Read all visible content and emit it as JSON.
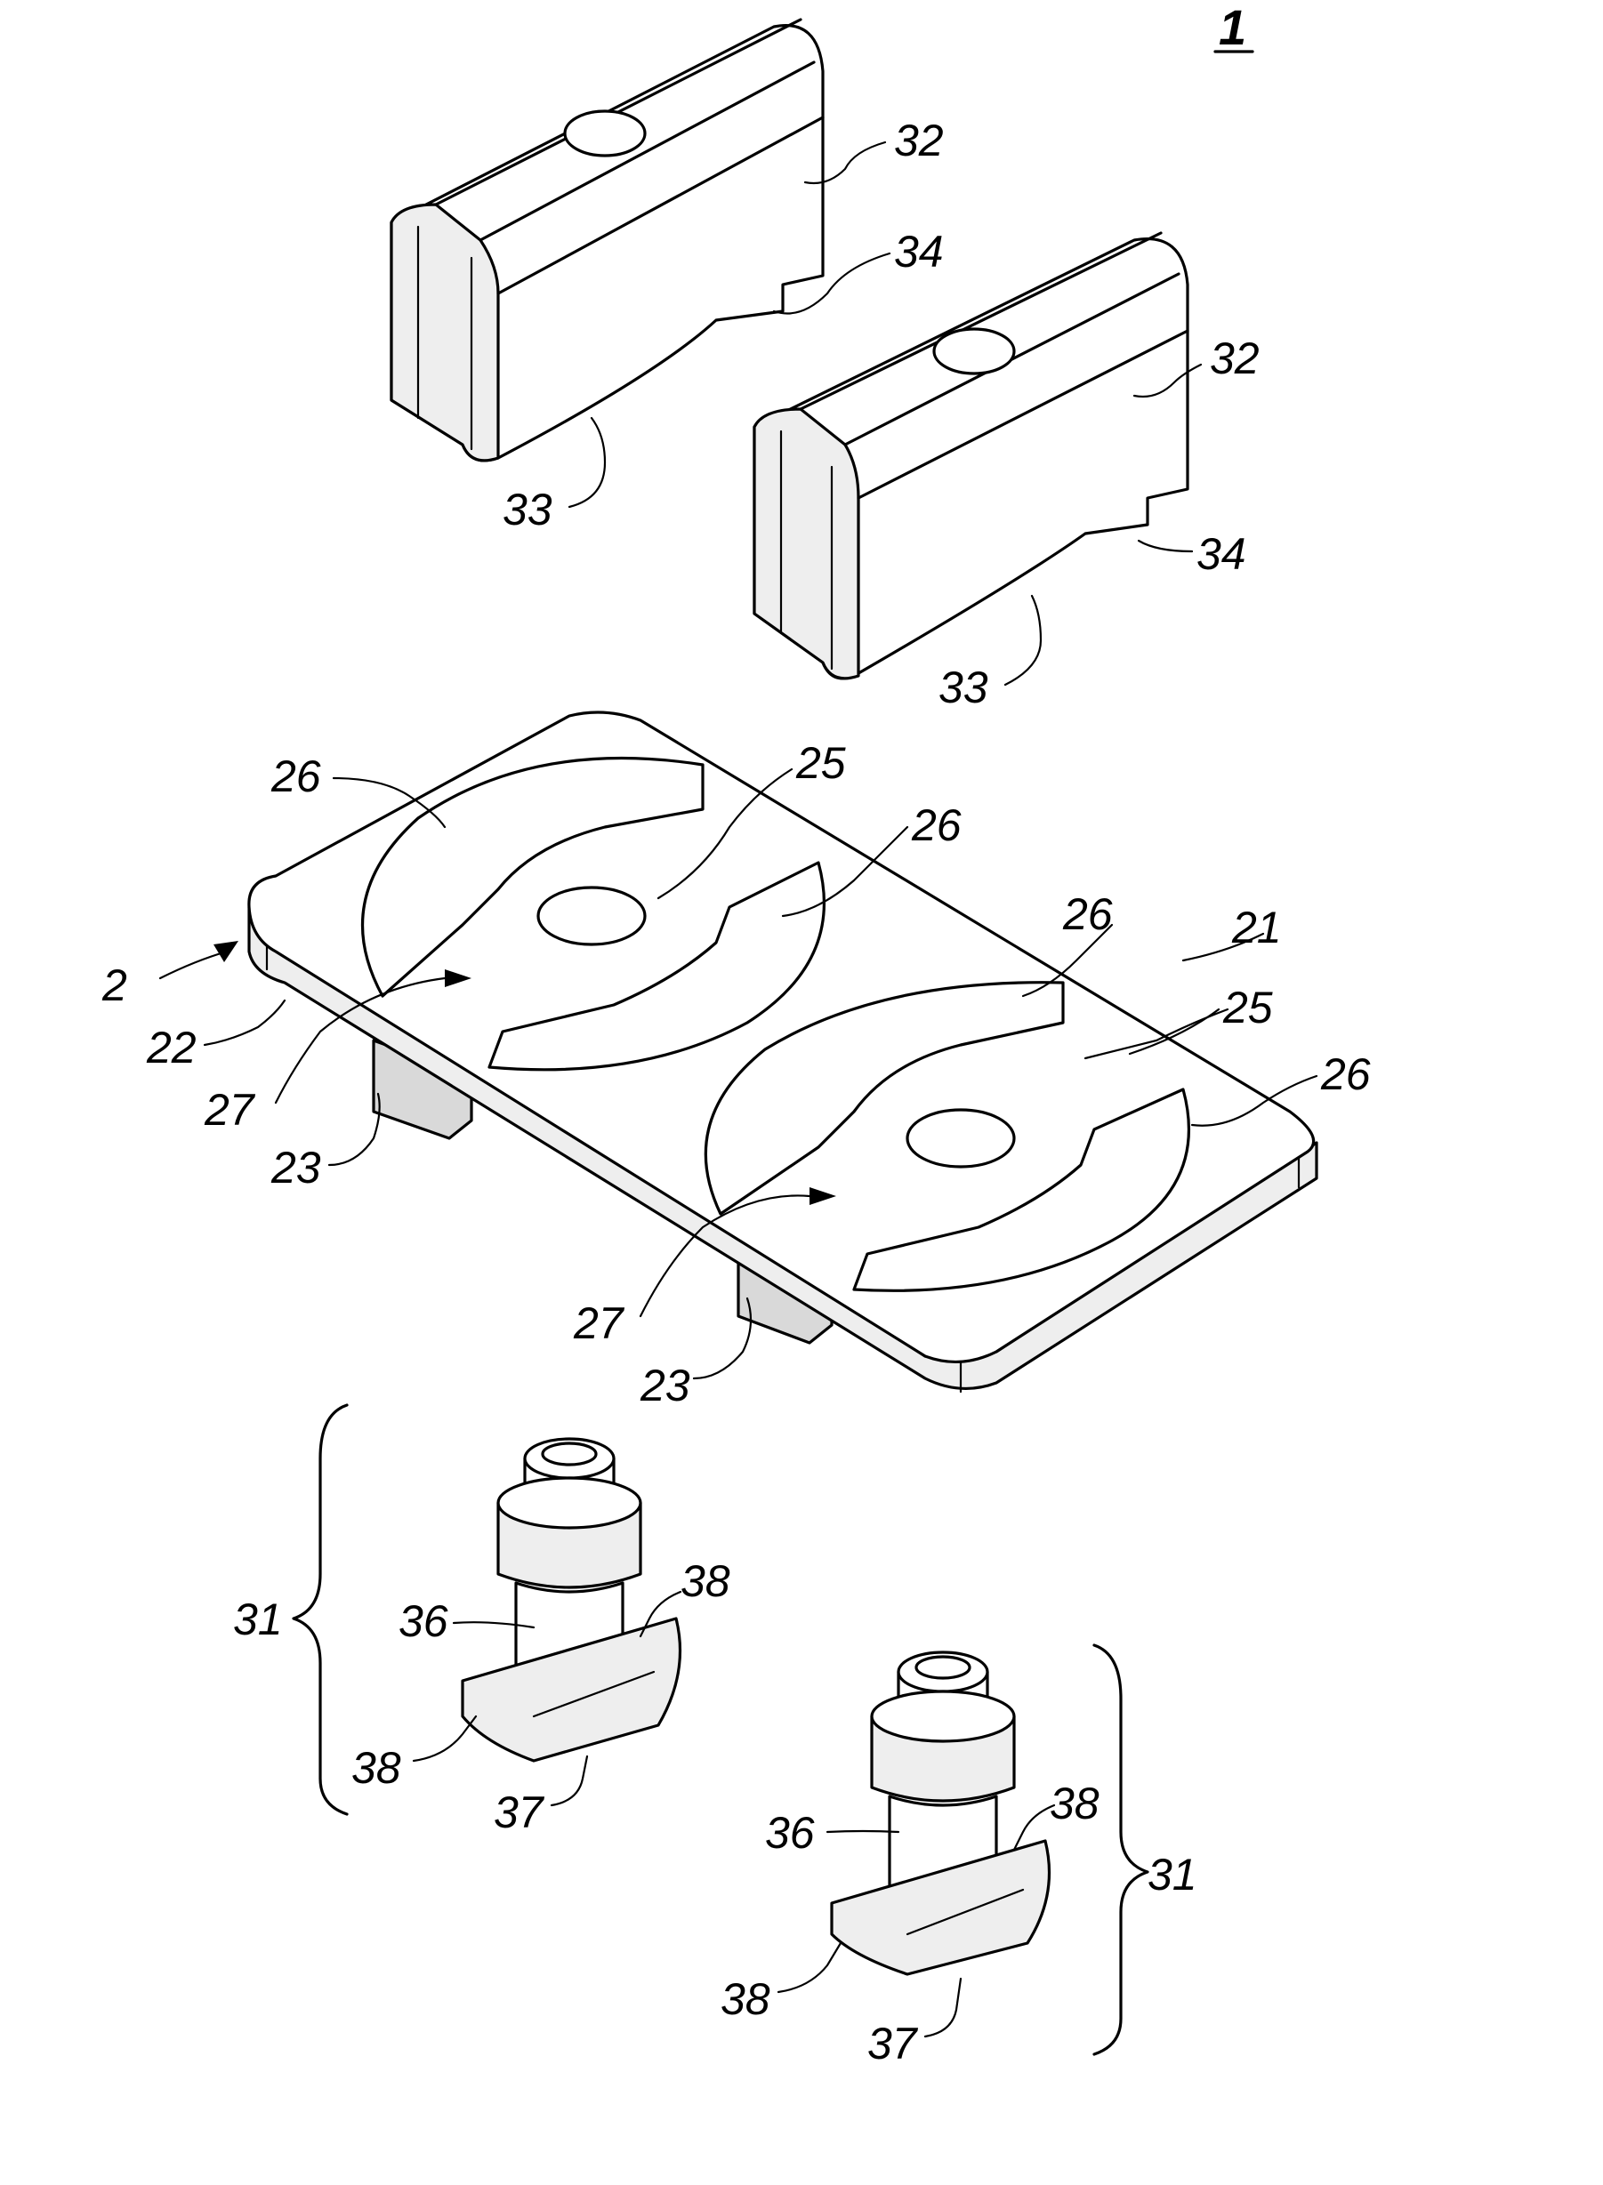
{
  "figure_number": "1",
  "labels": {
    "base": "2",
    "top_face": "21",
    "side_face": "22",
    "rail": "23",
    "hole": "25",
    "arc_block": "26",
    "slot": "27",
    "bolt": "31",
    "block": "32",
    "block_bottom": "33",
    "block_step": "34",
    "shank": "36",
    "head": "37",
    "wing": "38"
  }
}
